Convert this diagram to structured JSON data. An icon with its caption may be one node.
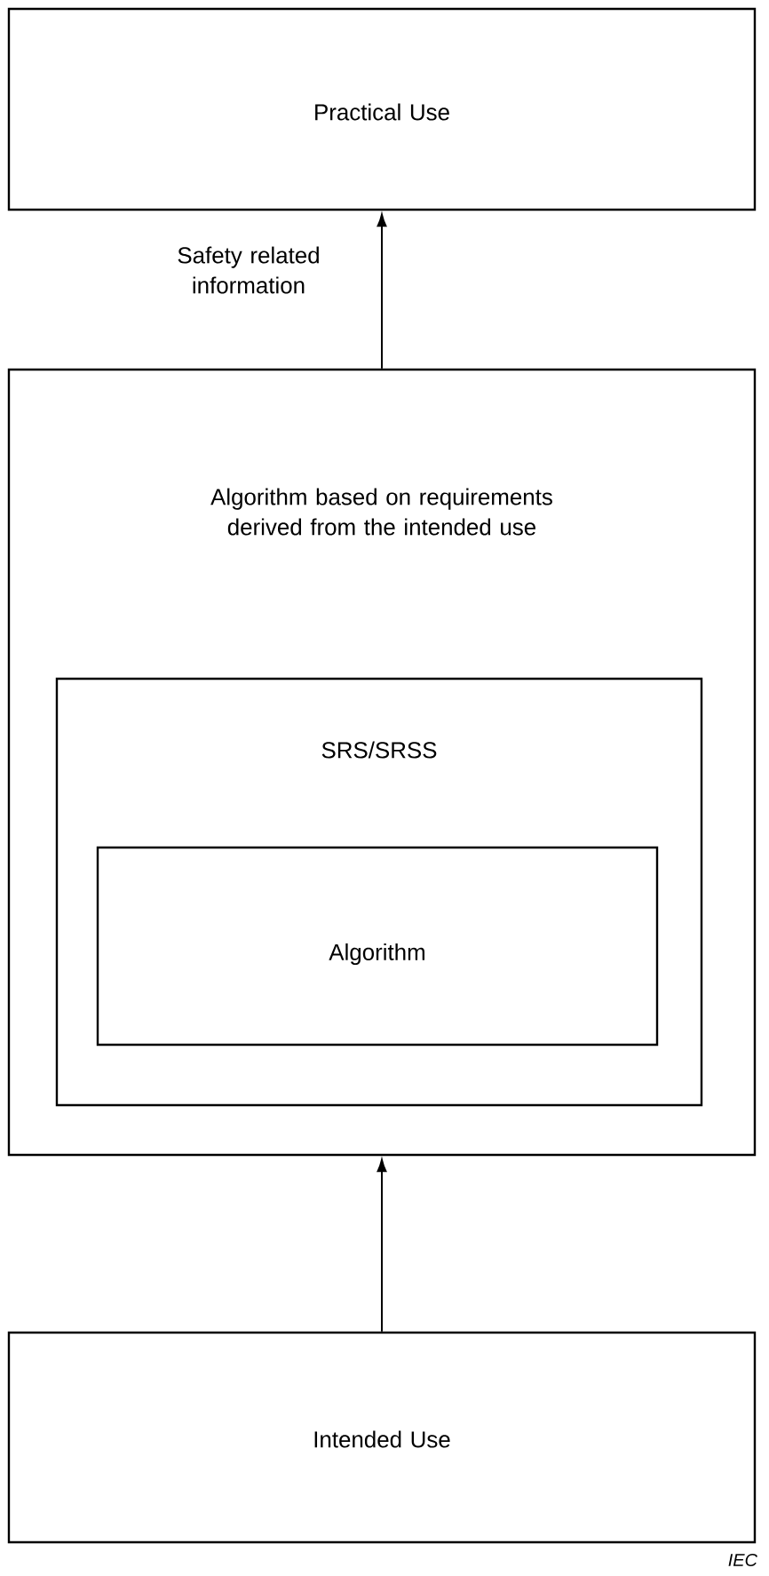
{
  "diagram": {
    "nodes": [
      {
        "text": [
          "Practical Use"
        ]
      },
      {
        "text": [
          "Algorithm based on requirements derived from the intended use"
        ]
      },
      {
        "text": [
          "SRS/SRSS"
        ],
        "in": 1
      },
      {
        "text": [
          "Algorithm"
        ],
        "in": 2
      },
      {
        "text": [
          "Intended Use"
        ]
      }
    ],
    "edges": [
      {
        "from": 1,
        "to": 0,
        "arrow": "to",
        "label": "Safety related information"
      },
      {
        "from": 4,
        "to": 1,
        "arrow": "to"
      }
    ],
    "labels": [
      "IEC"
    ]
  }
}
